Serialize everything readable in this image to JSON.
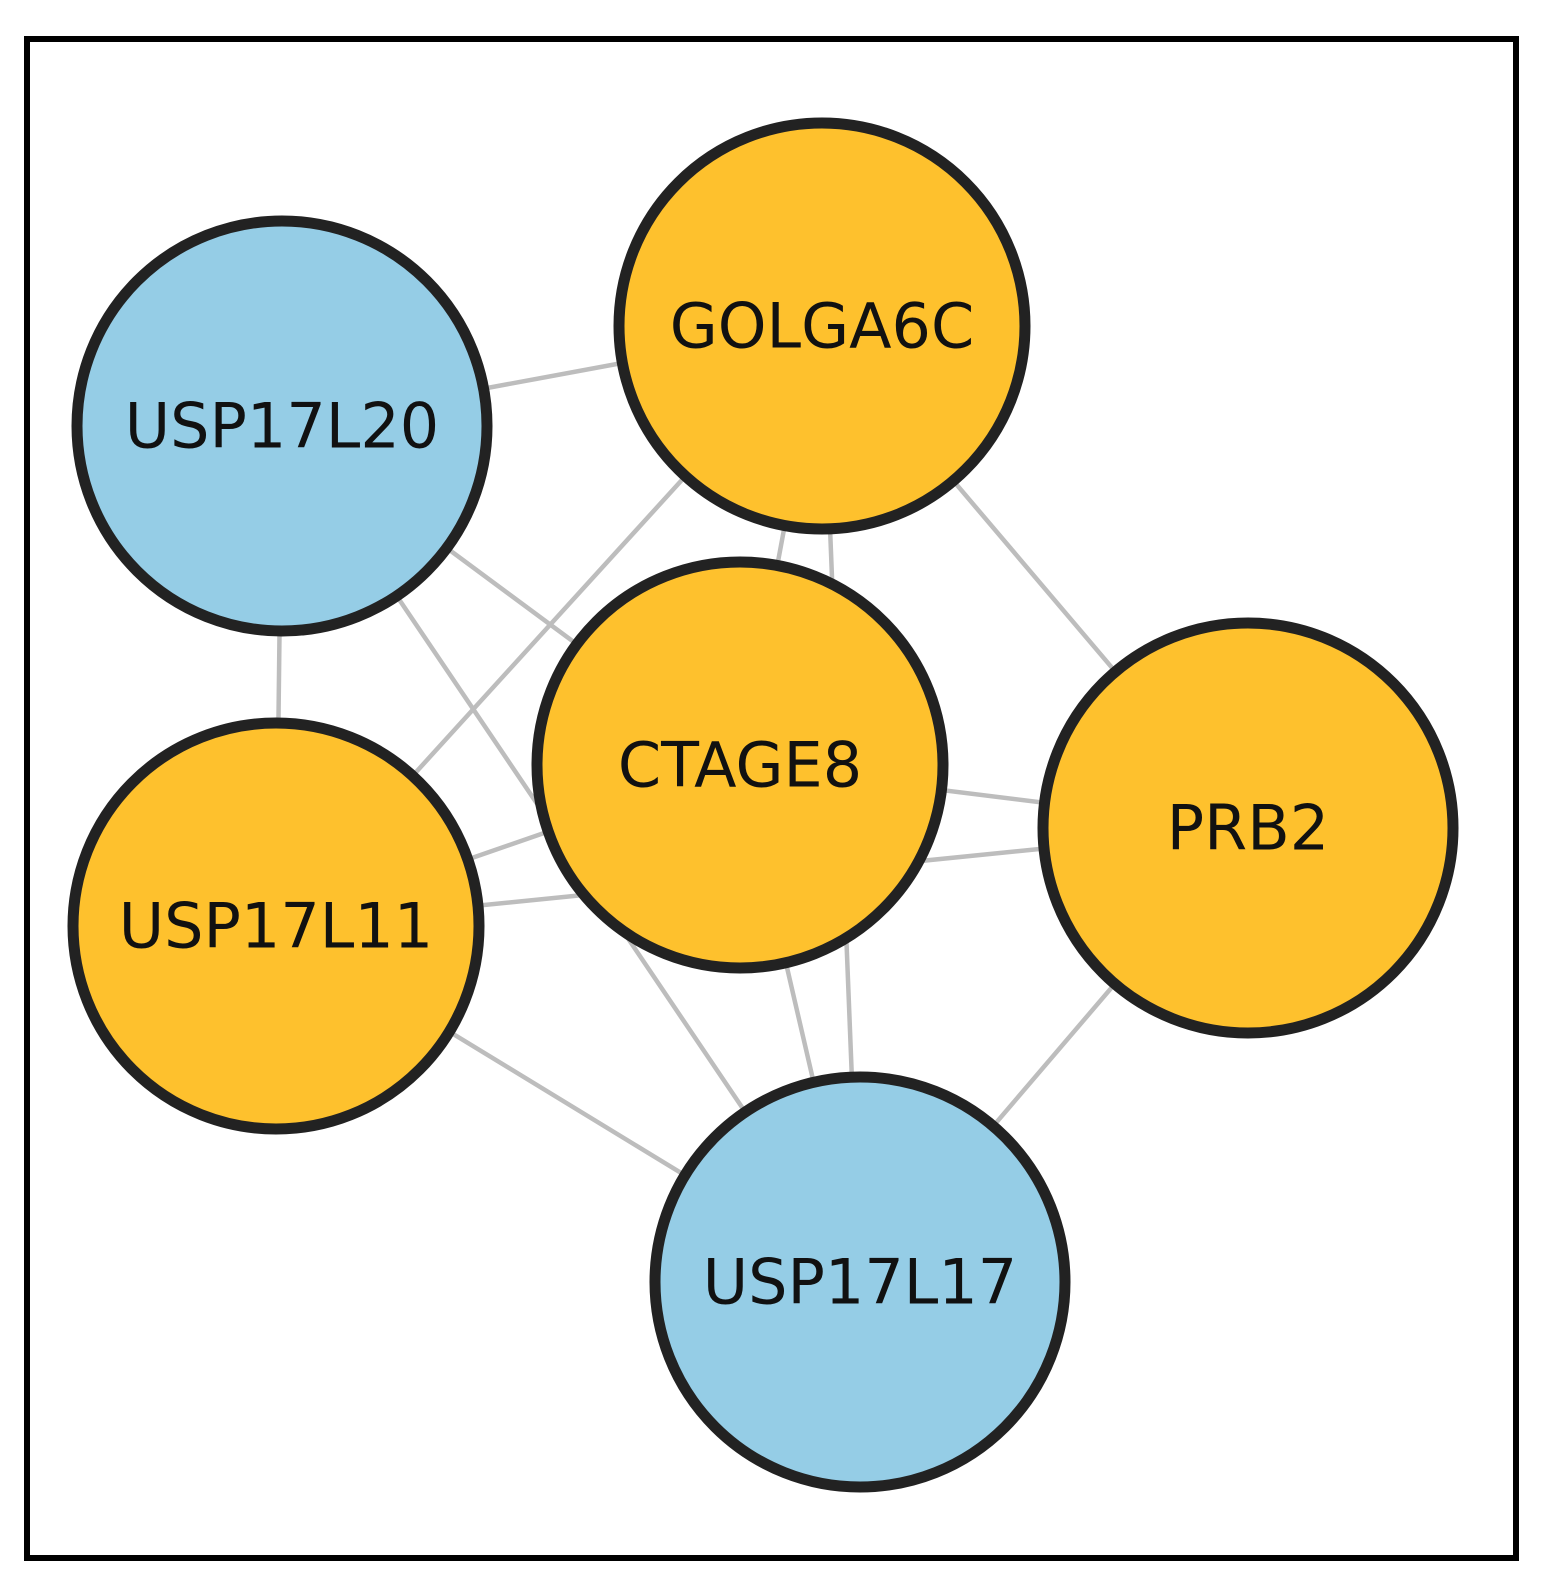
{
  "diagram": {
    "type": "network",
    "colors": {
      "frame": "#000000",
      "edge": "#bdbdbd",
      "node_outline": "#222222",
      "orange": "#fec12d",
      "blue": "#95cde6"
    },
    "nodes": [
      {
        "id": "GOLGA6C",
        "label": "GOLGA6C",
        "color": "orange"
      },
      {
        "id": "USP17L20",
        "label": "USP17L20",
        "color": "blue"
      },
      {
        "id": "CTAGE8",
        "label": "CTAGE8",
        "color": "orange"
      },
      {
        "id": "PRB2",
        "label": "PRB2",
        "color": "orange"
      },
      {
        "id": "USP17L11",
        "label": "USP17L11",
        "color": "orange"
      },
      {
        "id": "USP17L17",
        "label": "USP17L17",
        "color": "blue"
      }
    ],
    "edges": [
      [
        "USP17L20",
        "GOLGA6C"
      ],
      [
        "USP17L20",
        "CTAGE8"
      ],
      [
        "USP17L20",
        "USP17L11"
      ],
      [
        "USP17L20",
        "USP17L17"
      ],
      [
        "GOLGA6C",
        "CTAGE8"
      ],
      [
        "GOLGA6C",
        "PRB2"
      ],
      [
        "GOLGA6C",
        "USP17L11"
      ],
      [
        "GOLGA6C",
        "USP17L17"
      ],
      [
        "CTAGE8",
        "PRB2"
      ],
      [
        "CTAGE8",
        "USP17L11"
      ],
      [
        "CTAGE8",
        "USP17L17"
      ],
      [
        "PRB2",
        "USP17L11"
      ],
      [
        "PRB2",
        "USP17L17"
      ],
      [
        "USP17L11",
        "USP17L17"
      ]
    ]
  }
}
